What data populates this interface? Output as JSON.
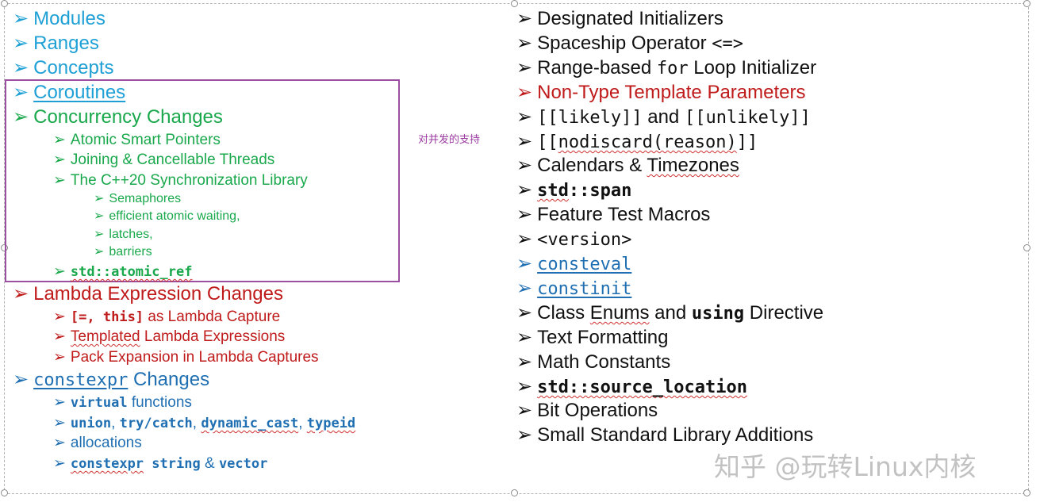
{
  "annotation": "对并发的支持",
  "watermark": "知乎 @玩转Linux内核",
  "left": {
    "modules": "Modules",
    "ranges": "Ranges",
    "concepts": "Concepts",
    "coroutines": "Coroutines",
    "concurrency": {
      "title": "Concurrency Changes",
      "atomic_smart_pointers": "Atomic Smart Pointers",
      "joining_threads": "Joining & Cancellable Threads",
      "sync_library": "The C++20 Synchronization Library",
      "semaphores": "Semaphores",
      "atomic_waiting": "efficient atomic waiting,",
      "latches": "latches,",
      "barriers": "barriers",
      "atomic_ref": "std::atomic_ref"
    },
    "lambda": {
      "title": "Lambda Expression Changes",
      "capture_code": "[=, this]",
      "capture_text": " as Lambda Capture",
      "templated_word": "Templated",
      "templated_rest": " Lambda Expressions",
      "pack_expansion": "Pack Expansion in Lambda Captures"
    },
    "constexpr": {
      "title_code": "constexpr",
      "title_text": " Changes",
      "virtual_code": "virtual",
      "virtual_text": " functions",
      "union_code": "union",
      "comma1": ", ",
      "trycatch_code": "try/catch",
      "comma2": ", ",
      "dynamic_cast_code": "dynamic_cast",
      "comma3": ", ",
      "typeid_code": "typeid",
      "allocations": "allocations",
      "string_constexpr": "constexpr",
      "string_code": " string",
      "string_amp": " & ",
      "vector_code": "vector"
    }
  },
  "right": {
    "designated": "Designated Initializers",
    "spaceship_text": "Spaceship Operator ",
    "spaceship_code": "<=>",
    "range_for_pre": "Range-based ",
    "range_for_code": "for",
    "range_for_post": " Loop Initializer",
    "nttp": "Non-Type Template Parameters",
    "likely_code": "[[likely]]",
    "likely_and": " and ",
    "unlikely_code": "[[unlikely]]",
    "nodiscard_pre": "[[",
    "nodiscard_code": "nodiscard(reason)",
    "nodiscard_post": "]]",
    "calendars_pre": "Calendars & ",
    "calendars_word": "Timezones",
    "span_std": "std",
    "span_rest": "::span",
    "feature_test": "Feature Test Macros",
    "version_code": "<version>",
    "consteval": "consteval",
    "constinit": "constinit",
    "enums_pre": "Class ",
    "enums_word": "Enums",
    "enums_mid": " and ",
    "enums_code": "using",
    "enums_post": " Directive",
    "text_formatting": "Text Formatting",
    "math_constants": "Math Constants",
    "source_location": "std::source_location",
    "bit_operations": "Bit Operations",
    "small_additions": "Small Standard Library Additions"
  }
}
